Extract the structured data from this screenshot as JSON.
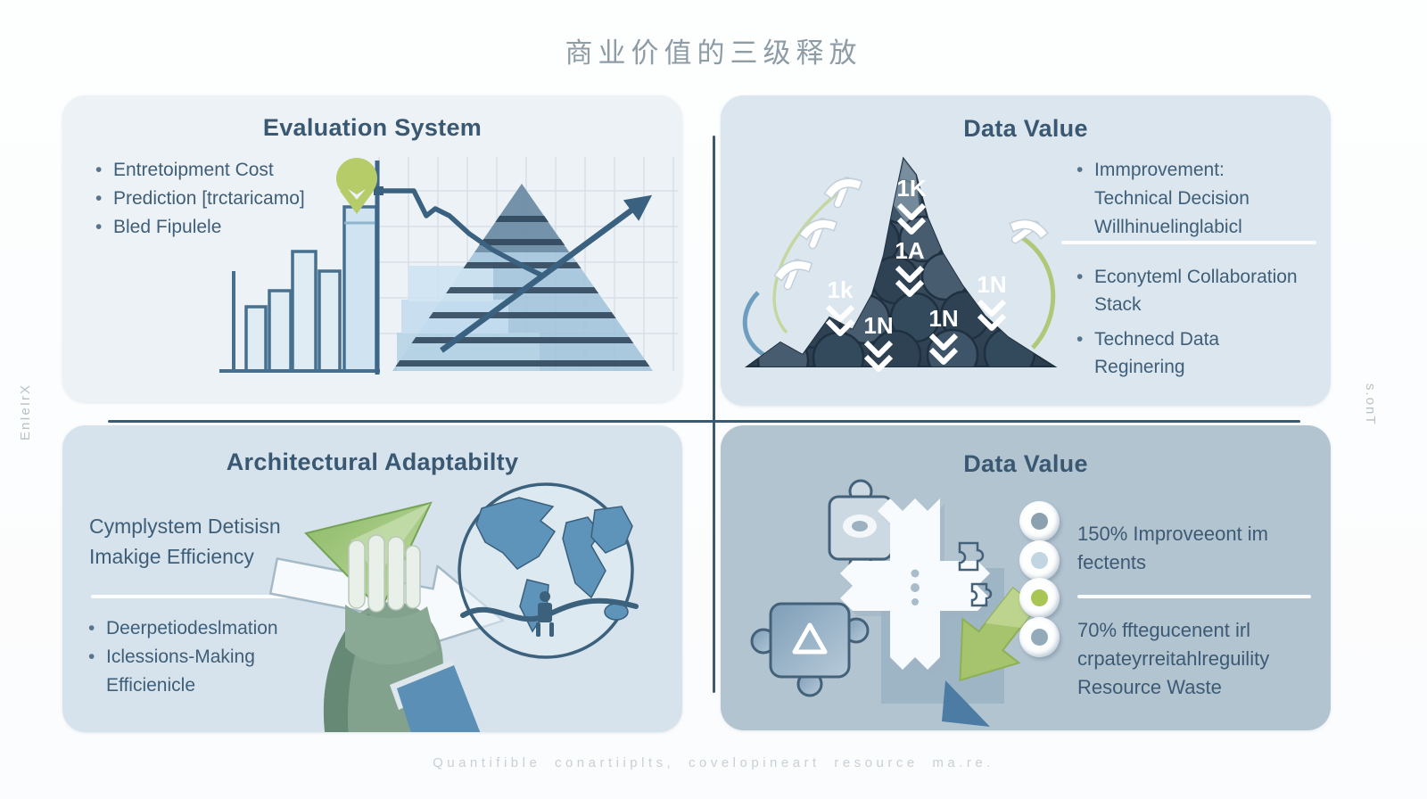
{
  "page": {
    "title": "商业价值的三级释放",
    "caption": "Quantifible conartiiplts, covelopineart resource ma.re.",
    "side_label_left": "EnIeIrX",
    "side_label_right": "s.onT"
  },
  "colors": {
    "ink": "#3d5a74",
    "divider": "#3b5a72",
    "accent_green": "#b6cc68",
    "card_top_left": "#edf2f6",
    "card_top_right": "#dbe6ee",
    "card_bottom_left": "#d6e3ec",
    "card_bottom_right": "#b3c4d1"
  },
  "icons": {
    "location_pin": "map-pin circle with down point",
    "pickaxe": "white mining pickaxe",
    "chevron_down": "double chevron down",
    "growth_arrow": "diagonal arrow up-right",
    "globe": "world globe",
    "puzzle": "jigsaw pieces",
    "green_arrow_down": "green arrow down-left",
    "donut": "ring progress dot"
  },
  "quadrants": {
    "evaluation": {
      "title": "Evaluation System",
      "bullets": [
        "Entretoipment Cost",
        "Prediction [trctaricamo]",
        "Bled Fipulele"
      ]
    },
    "data_value_top": {
      "title": "Data Value",
      "bullet_primary": "Immprovement: Technical Decision Willhinuelinglabicl",
      "bullets_secondary": [
        "Econyteml Collaboration Stack",
        "Technecd Data Reginering"
      ],
      "mountain_labels": [
        "1K",
        "1A",
        "1k",
        "1N",
        "1N",
        "1N"
      ]
    },
    "architecture": {
      "title": "Architectural Adaptabilty",
      "intro": "Cymplystem Detisisn Imakige Efficiency",
      "bullets": [
        "Deerpetiodeslmation",
        "Iclessions-Making Efficienicle"
      ]
    },
    "data_value_bottom": {
      "title": "Data Value",
      "stat_primary": "150% Improveeont im fectents",
      "stat_secondary": "70% fftegucenent irl crpateyrreitahlreguility Resource Waste"
    }
  }
}
